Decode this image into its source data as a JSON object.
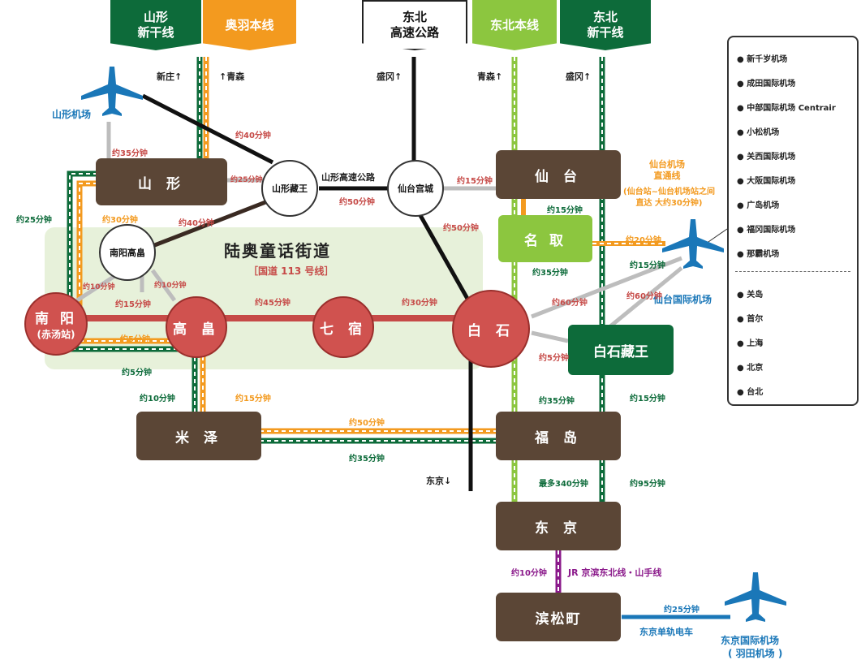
{
  "headers": {
    "yamagata_shinkansen": "山形\n新干线",
    "ou_line": "奥羽本线",
    "tohoku_expressway": "东北\n高速公路",
    "tohoku_line": "东北本线",
    "tohoku_shinkansen": "东北\n新干线"
  },
  "directions": {
    "shinjo": "新庄↑",
    "aomori_ou": "↑青森",
    "morioka_exp": "盛冈↑",
    "aomori_tohoku": "青森↑",
    "morioka_shin": "盛冈↑",
    "tokyo_exp": "东京↓"
  },
  "stations": {
    "yamagata": "山 形",
    "sendai": "仙 台",
    "natori": "名 取",
    "shiroishi_zao": "白石藏王",
    "yonezawa": "米 泽",
    "fukushima": "福 岛",
    "tokyo": "东 京",
    "hamamatsucho": "滨松町",
    "nanyo": "南 阳",
    "nanyo_sub": "(赤汤站)",
    "takahata": "高 畠",
    "shichikashuku": "七 宿",
    "shiroishi": "白 石"
  },
  "junctions": {
    "yamagata_zao": "山形藏王",
    "sendai_miyagi": "仙台宫城",
    "nanyo_takahata": "南阳高畠"
  },
  "road": {
    "title": "陆奥童话街道",
    "subtitle": "［国道 113 号线］",
    "expressway": "山形高速公路"
  },
  "airports": {
    "yamagata": "山形机场",
    "sendai": "仙台国际机场",
    "haneda": "东京国际机场",
    "haneda_sub": "( 羽田机场 )"
  },
  "sendai_airport_line": {
    "title": "仙台机场\n直通线",
    "detail": "(仙台站~仙台机场站之间\n直达 大约30分钟)"
  },
  "lines": {
    "jr": "JR 京滨东北线・山手线",
    "monorail": "东京单轨电车"
  },
  "times": {
    "t1": "约35分钟",
    "t2": "约40分钟",
    "t3": "约25分钟",
    "t4": "约50分钟",
    "t5": "约15分钟",
    "t6": "约50分钟",
    "t7": "约30分钟",
    "t8": "约25分钟",
    "t9": "约40分钟",
    "t10": "约15分钟",
    "t11": "约20分钟",
    "t12": "约15分钟",
    "t13": "约35分钟",
    "t14": "约60分钟",
    "t15": "约60分钟",
    "t16": "约10分钟",
    "t17": "约10分钟",
    "t18": "约15分钟",
    "t19": "约45分钟",
    "t20": "约30分钟",
    "t21": "约5分钟",
    "t22": "约5分钟",
    "t23": "约5分钟",
    "t24": "约10分钟",
    "t25": "约15分钟",
    "t26": "约35分钟",
    "t27": "约15分钟",
    "t28": "约50分钟",
    "t29": "约35分钟",
    "t30": "最多340分钟",
    "t31": "约95分钟",
    "t32": "约10分钟",
    "t33": "约25分钟"
  },
  "legend": {
    "domestic": [
      "新千岁机场",
      "成田国际机场",
      "中部国际机场 Centrair",
      "小松机场",
      "关西国际机场",
      "大阪国际机场",
      "广岛机场",
      "福冈国际机场",
      "那霸机场"
    ],
    "international": [
      "关岛",
      "首尔",
      "上海",
      "北京",
      "台北"
    ]
  },
  "colors": {
    "shinkansen": "#0d6b3a",
    "ou_line": "#f39a1f",
    "tohoku_line": "#8cc63f",
    "road": "#d0524f",
    "jr": "#8b1a8b",
    "monorail": "#1a77b8",
    "station": "#5b4636"
  }
}
